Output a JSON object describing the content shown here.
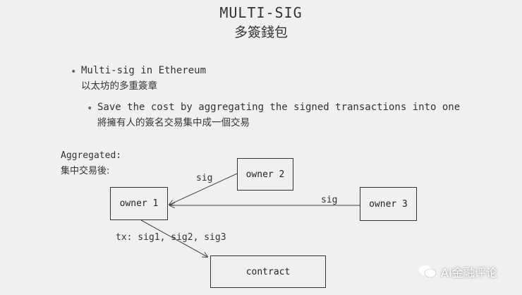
{
  "title": "MULTI-SIG",
  "subtitle": "多簽錢包",
  "bullets": [
    {
      "en": "Multi-sig in Ethereum",
      "zh": "以太坊的多重簽章"
    },
    {
      "en": "Save the cost by aggregating the signed transactions into one",
      "zh": "將擁有人的簽名交易集中成一個交易"
    }
  ],
  "diagram": {
    "heading_en": "Aggregated:",
    "heading_zh": "集中交易後:",
    "nodes": {
      "owner1": "owner 1",
      "owner2": "owner 2",
      "owner3": "owner 3",
      "contract": "contract"
    },
    "edges": {
      "owner2_sig": "sig",
      "owner3_sig": "sig",
      "tx": "tx: sig1, sig2, sig3"
    }
  },
  "watermark": "AI金融评论"
}
